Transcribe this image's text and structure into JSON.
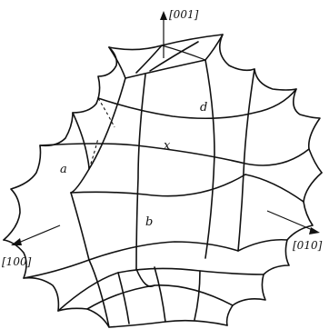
{
  "axes": {
    "z_label": "[001]",
    "x_label": "[100]",
    "y_label": "[010]"
  },
  "points": {
    "a": "a",
    "b": "b",
    "d": "d",
    "x": "x"
  }
}
